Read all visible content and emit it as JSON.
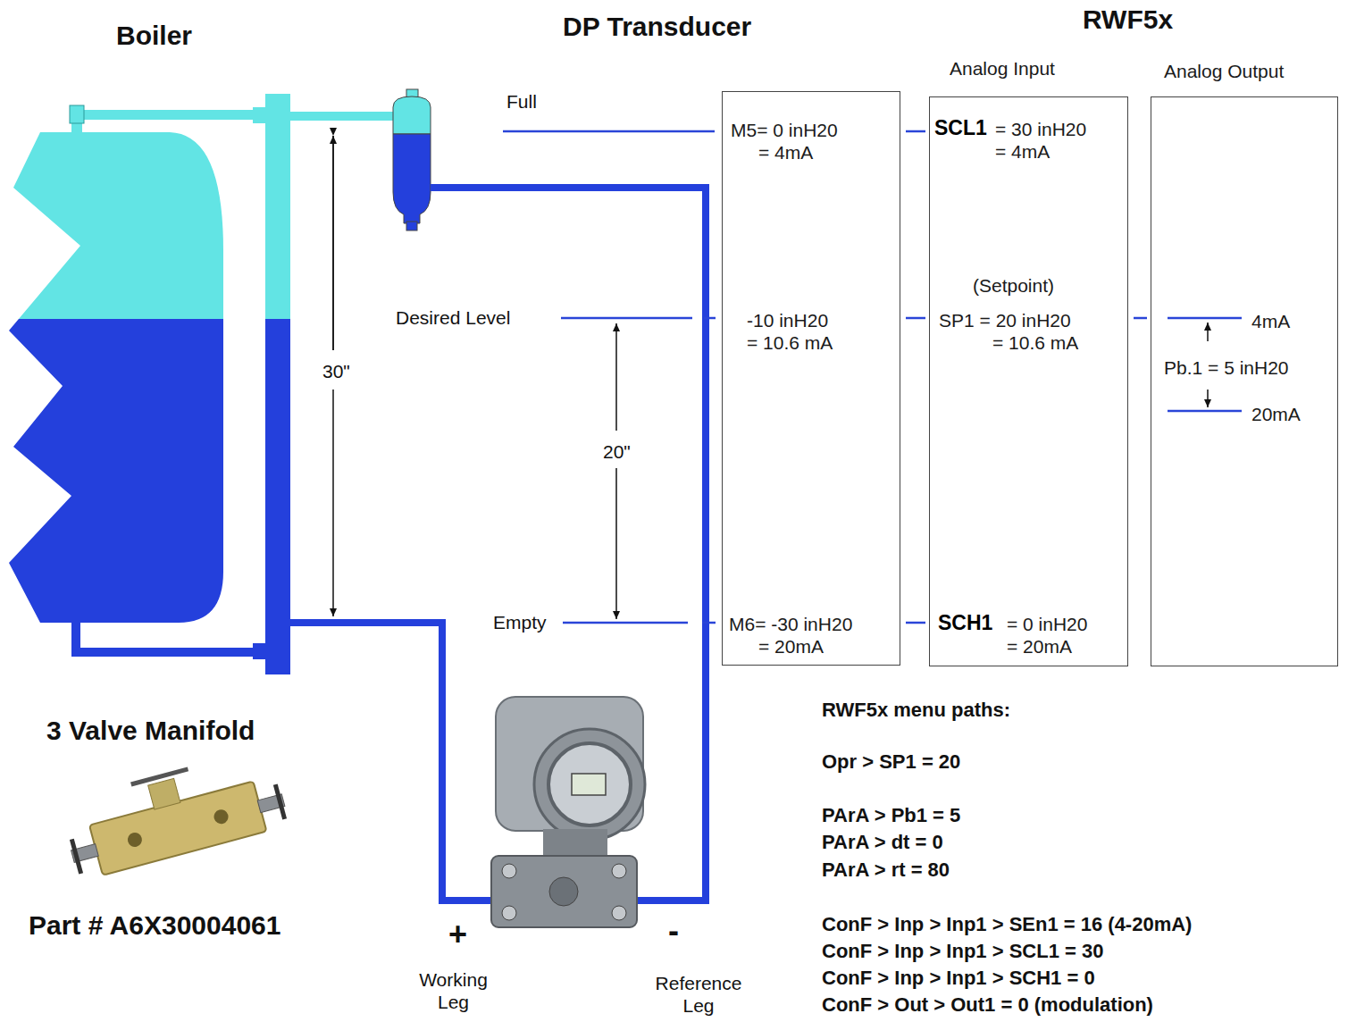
{
  "diagram": {
    "nodes": [
      {
        "text": [
          "M5= 0 inH20",
          "= 4mA",
          "-10 inH20",
          "= 10.6 mA",
          "M6= -30 inH20",
          "= 20mA"
        ]
      },
      {
        "text": [
          "Analog Input",
          "SCL1",
          "= 30 inH20",
          "= 4mA",
          "(Setpoint)",
          "SP1 = 20 inH20",
          "= 10.6 mA",
          "SCH1",
          "= 0 inH20",
          "= 20mA"
        ]
      },
      {
        "text": [
          "Analog Output",
          "4mA",
          "Pb.1 = 5 inH20",
          "20mA"
        ]
      }
    ],
    "edges": [
      {
        "from": 0,
        "to": 1,
        "arrow": "none"
      },
      {
        "from": 0,
        "to": 1,
        "arrow": "none"
      },
      {
        "from": 0,
        "to": 1,
        "arrow": "none"
      },
      {
        "from": 1,
        "to": 2,
        "arrow": "none"
      }
    ],
    "labels": [
      "Boiler",
      "DP Transducer",
      "RWF5x",
      "Full",
      "Desired Level",
      "Empty",
      "30\"",
      "20\"",
      "3 Valve Manifold",
      "Part # A6X30004061",
      "+",
      "-",
      "Working Leg",
      "Reference Leg",
      "RWF5x menu paths:",
      "Opr > SP1 = 20",
      "PArA > Pb1 = 5",
      "PArA > dt = 0",
      "PArA > rt = 80",
      "ConF > Inp > Inp1 > SEn1 = 16 (4-20mA)",
      "ConF > Inp > Inp1 > SCL1 = 30",
      "ConF > Inp > Inp1 > SCH1 = 0",
      "ConF > Out > Out1 = 0 (modulation)"
    ]
  }
}
